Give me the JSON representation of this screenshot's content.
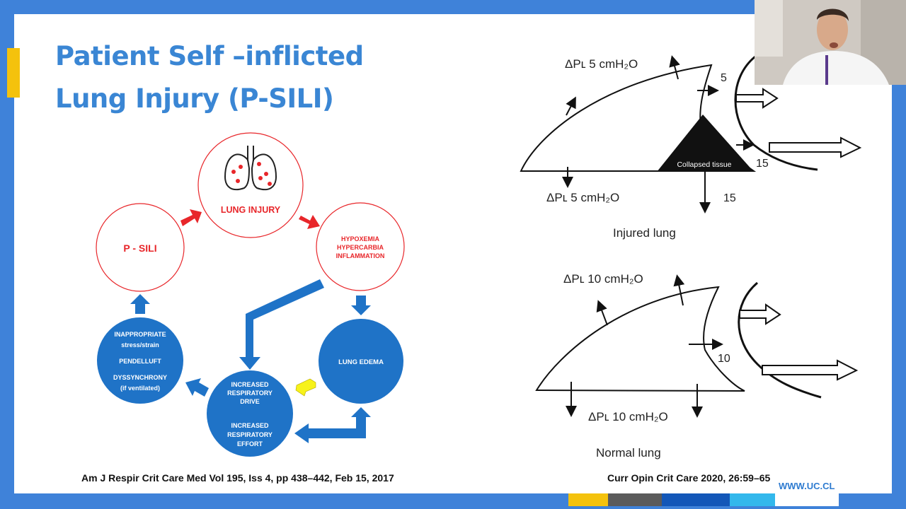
{
  "slide": {
    "title_line1": "Patient Self –inflicted",
    "title_line2": "Lung Injury (P-SILI)",
    "citation_left": "Am J Respir Crit Care Med Vol 195, Iss 4, pp 438–442, Feb 15, 2017",
    "citation_right": "Curr Opin Crit Care 2020, 26:59–65",
    "url": "WWW.UC.CL"
  },
  "cycle": {
    "lung_injury": "LUNG INJURY",
    "psili": "P - SILI",
    "hypoxemia": "HYPOXEMIA",
    "hypercarbia": "HYPERCARBIA",
    "inflammation": "INFLAMMATION",
    "lung_edema": "LUNG EDEMA",
    "drive_line1": "INCREASED",
    "drive_line2": "RESPIRATORY",
    "drive_line3": "DRIVE",
    "effort_line1": "INCREASED",
    "effort_line2": "RESPIRATORY",
    "effort_line3": "EFFORT",
    "inappropriate": "INAPPROPRIATE",
    "stress": "stress/strain",
    "pendelluft": "PENDELLUFT",
    "dyssynchrony": "DYSSYNCHRONY",
    "if_ventilated": "(if ventilated)"
  },
  "injured_lung": {
    "dpl_top": "ΔPʟ 5 cmH₂O",
    "dpl_bottom": "ΔPʟ 5 cmH₂O",
    "collapsed": "Collapsed tissue",
    "num_5": "5",
    "num_15a": "15",
    "num_15b": "15",
    "caption": "Injured lung"
  },
  "normal_lung": {
    "dpl_top": "ΔPʟ 10 cmH₂O",
    "dpl_bottom": "ΔPʟ 10 cmH₂O",
    "num_10": "10",
    "caption": "Normal lung"
  },
  "colors": {
    "title_blue": "#3a86d4",
    "cycle_blue": "#1f73c7",
    "cycle_red": "#e8262a",
    "accent_yellow": "#f4c20d",
    "arrow_yellow": "#f7f21a"
  },
  "bottom_strip": [
    "#f4c20d",
    "#5b5b5b",
    "#1357b8",
    "#33b8ec",
    "#ffffff"
  ]
}
